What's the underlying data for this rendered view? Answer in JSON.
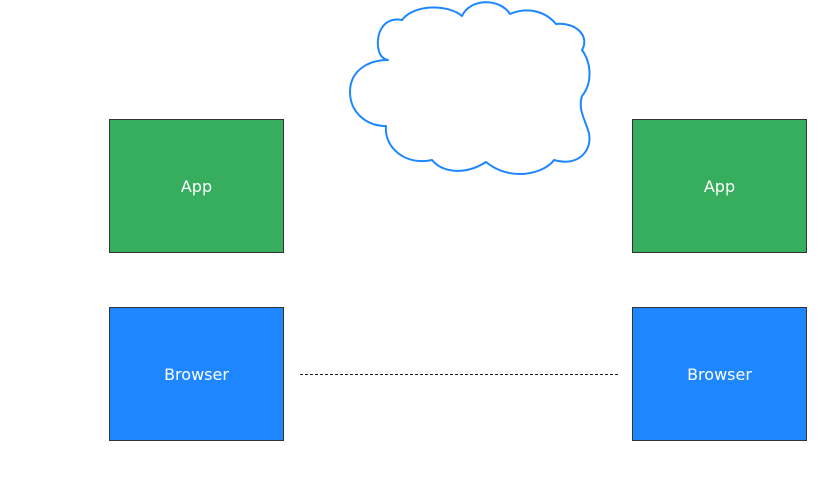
{
  "diagram": {
    "nodes": {
      "app_left": {
        "label": "App"
      },
      "app_right": {
        "label": "App"
      },
      "browser_left": {
        "label": "Browser"
      },
      "browser_right": {
        "label": "Browser"
      }
    },
    "cloud": {
      "label": ""
    },
    "edges": [
      {
        "from": "browser_left",
        "to": "browser_right",
        "style": "dashed"
      }
    ],
    "colors": {
      "app": "#37AE5E",
      "browser": "#1E87FF",
      "cloud_stroke": "#1E87FF",
      "node_border": "#333333",
      "node_text": "#FFFFFF"
    }
  }
}
